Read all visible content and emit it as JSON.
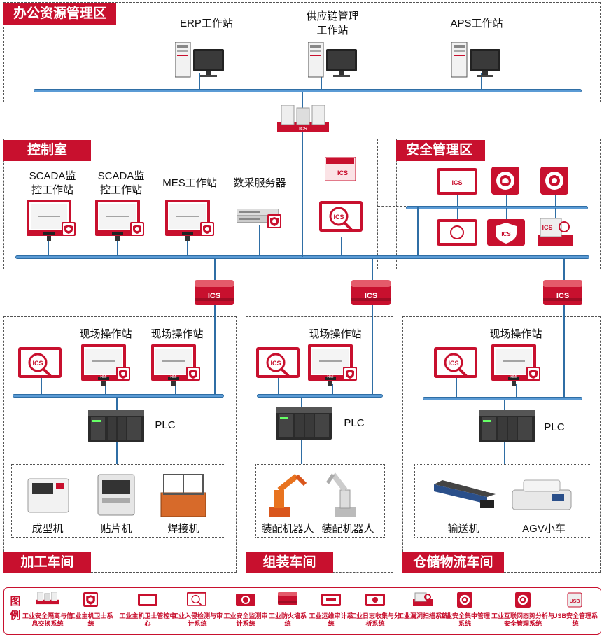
{
  "zones": {
    "office": "办公资源管理区",
    "control": "控制室",
    "security": "安全管理区",
    "processing": "加工车间",
    "assembly": "组装车间",
    "warehouse": "仓储物流车间"
  },
  "office": {
    "erp": "ERP工作站",
    "scm_1": "供应链管理",
    "scm_2": "工作站",
    "aps": "APS工作站"
  },
  "control": {
    "scada1_1": "SCADA监",
    "scada1_2": "控工作站",
    "scada2_1": "SCADA监",
    "scada2_2": "控工作站",
    "mes": "MES工作站",
    "data_server": "数采服务器"
  },
  "workshop": {
    "field_station": "现场操作站",
    "plc": "PLC",
    "machines": {
      "molding": "成型机",
      "smt": "贴片机",
      "welding": "焊接机",
      "robot1": "装配机器人",
      "robot2": "装配机器人",
      "conveyor": "输送机",
      "agv": "AGV小车"
    }
  },
  "icon_text": {
    "ics": "ICS",
    "hmi": "HMI",
    "usb": "USB"
  },
  "legend": {
    "title": "图例",
    "items": [
      "工业安全隔离与信息交换系统",
      "工业主机卫士系统",
      "工业主机卫士管控中心",
      "工业入侵检测与审计系统",
      "工业安全监测审计系统",
      "工业防火墙系统",
      "工业运维审计系统",
      "工业日志收集与分析系统",
      "工业漏洞扫描系统",
      "工业安全集中管理系统",
      "工业互联网态势分析与安全管理系统",
      "USB安全管理系统"
    ]
  },
  "colors": {
    "accent": "#c8102e",
    "bus": "#5b9bd5"
  }
}
